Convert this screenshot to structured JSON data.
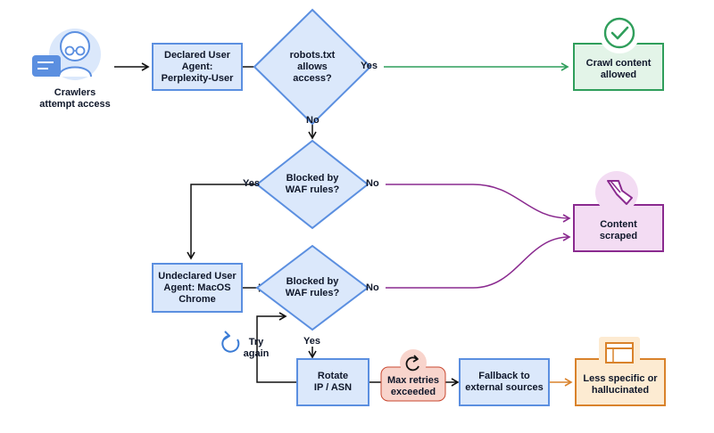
{
  "nodes": {
    "crawlers": "Crawlers\nattempt access",
    "declared_ua": "Declared User\nAgent:\nPerplexity-User",
    "robots_check": "robots.txt\nallows\naccess?",
    "crawl_allowed": "Crawl content\nallowed",
    "waf_check_1": "Blocked by\nWAF rules?",
    "content_scraped": "Content\nscraped",
    "undeclared_ua": "Undeclared User\nAgent: MacOS\nChrome",
    "waf_check_2": "Blocked by\nWAF rules?",
    "rotate_ip": "Rotate\nIP / ASN",
    "max_retries": "Max retries\nexceeded",
    "fallback": "Fallback to\nexternal sources",
    "less_specific": "Less specific or\nhallucinated"
  },
  "edges": {
    "robots_yes": "Yes",
    "robots_no": "No",
    "waf1_yes": "Yes",
    "waf1_no": "No",
    "waf2_no": "No",
    "waf2_yes": "Yes",
    "try_again": "Try\nagain"
  },
  "icons": {
    "crawler": "crawler-avatar-icon",
    "check": "checkmark-icon",
    "scraper": "scraper-tool-icon",
    "retry": "refresh-icon",
    "browser": "browser-window-icon"
  },
  "colors": {
    "process_fill": "#dbe8fb",
    "process_stroke": "#5b8fe0",
    "success_fill": "#e3f4e8",
    "success_stroke": "#2f9e5b",
    "scraped_fill": "#f3dcf3",
    "scraped_stroke": "#8a2a8f",
    "warning_fill": "#fdebd2",
    "warning_stroke": "#d9822b",
    "retry_fill": "#f8d4cc",
    "retry_stroke": "#c9472f",
    "arrow": "#111111"
  }
}
